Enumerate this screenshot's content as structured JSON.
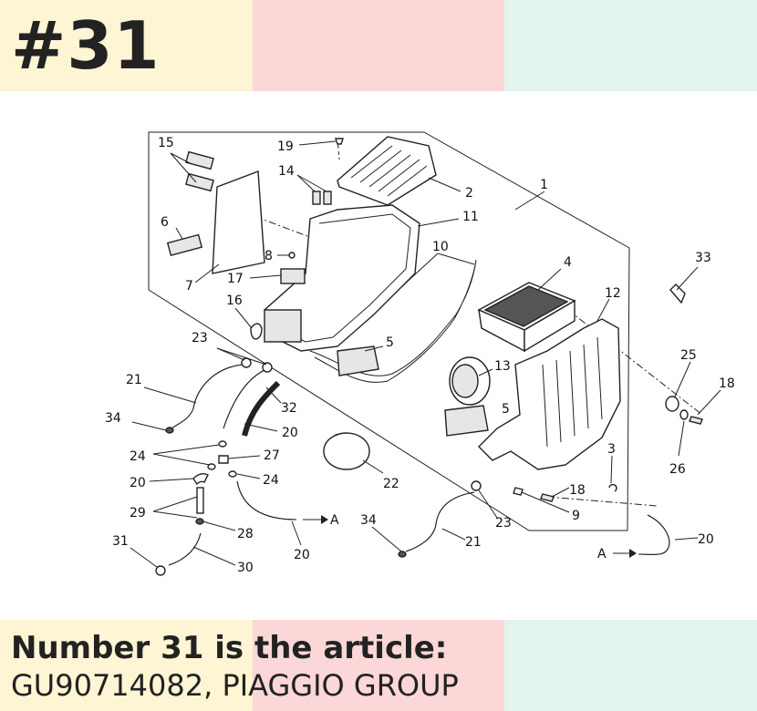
{
  "badge": {
    "text": "#31"
  },
  "caption": {
    "line1": "Number 31 is the article:",
    "line2": "GU90714082, PIAGGIO GROUP"
  },
  "diagram": {
    "callouts": [
      "1",
      "2",
      "3",
      "4",
      "5",
      "5",
      "6",
      "7",
      "8",
      "9",
      "10",
      "11",
      "12",
      "13",
      "14",
      "15",
      "16",
      "17",
      "18",
      "18",
      "19",
      "20",
      "20",
      "20",
      "20",
      "21",
      "21",
      "22",
      "23",
      "23",
      "24",
      "24",
      "25",
      "26",
      "27",
      "28",
      "29",
      "30",
      "31",
      "32",
      "33",
      "34",
      "34"
    ],
    "arrow_labels": [
      "A",
      "A"
    ]
  },
  "colors": {
    "band_yellow": "#fdf5d3",
    "band_pink": "#fbd7d7",
    "band_green": "#e2f4ec",
    "text": "#222222"
  }
}
